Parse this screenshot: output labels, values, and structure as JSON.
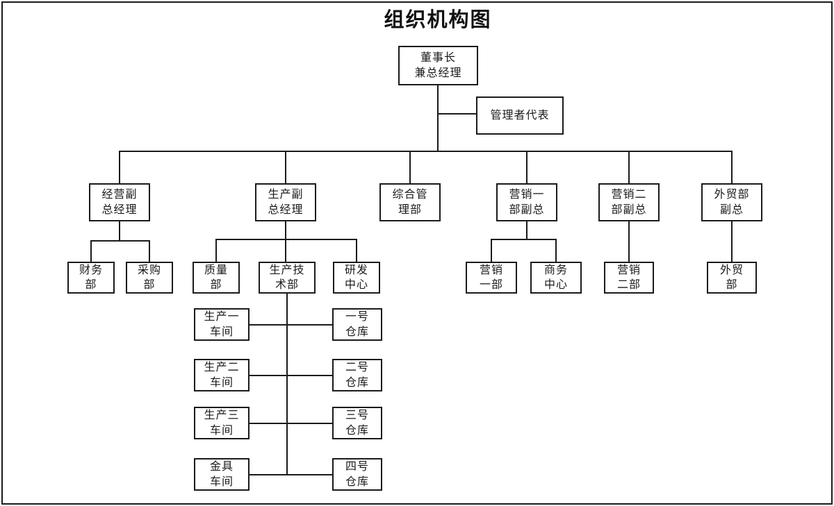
{
  "title": "组织机构图",
  "nodes": {
    "chairman": {
      "label": "董事长\n兼总经理"
    },
    "mgmt_rep": {
      "label": "管理者代表"
    },
    "exec_vp": {
      "label": "经营副\n总经理"
    },
    "prod_vp": {
      "label": "生产副\n总经理"
    },
    "general_admin": {
      "label": "综合管\n理部"
    },
    "sales1_vp": {
      "label": "营销一\n部副总"
    },
    "sales2_vp": {
      "label": "营销二\n部副总"
    },
    "trade_vp": {
      "label": "外贸部\n副总"
    },
    "finance": {
      "label": "财务\n部"
    },
    "purchasing": {
      "label": "采购\n部"
    },
    "quality": {
      "label": "质量\n部"
    },
    "prod_tech": {
      "label": "生产技\n术部"
    },
    "rd_center": {
      "label": "研发\n中心"
    },
    "sales1_dept": {
      "label": "营销\n一部"
    },
    "business_center": {
      "label": "商务\n中心"
    },
    "sales2_dept": {
      "label": "营销\n二部"
    },
    "trade_dept": {
      "label": "外贸\n部"
    },
    "workshop1": {
      "label": "生产一\n车间"
    },
    "workshop2": {
      "label": "生产二\n车间"
    },
    "workshop3": {
      "label": "生产三\n车间"
    },
    "fitting_workshop": {
      "label": "金具\n车间"
    },
    "warehouse1": {
      "label": "一号\n仓库"
    },
    "warehouse2": {
      "label": "二号\n仓库"
    },
    "warehouse3": {
      "label": "三号\n仓库"
    },
    "warehouse4": {
      "label": "四号\n仓库"
    }
  },
  "colors": {
    "line": "#1a1a1a",
    "box_border": "#1a1a1a",
    "text": "#1a1a1a",
    "background": "#ffffff"
  }
}
